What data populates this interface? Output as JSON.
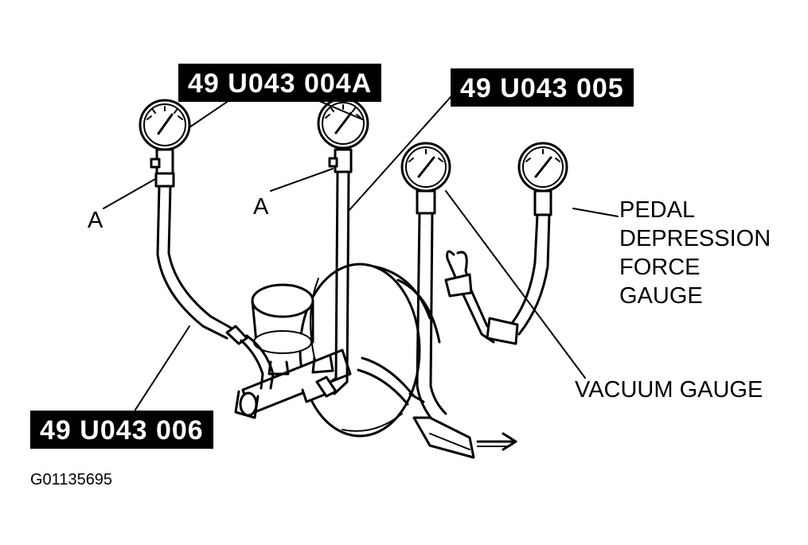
{
  "callouts": {
    "tool_004a": "49 U043 004A",
    "tool_005": "49 U043 005",
    "tool_006": "49 U043 006"
  },
  "labels": {
    "a_left": "A",
    "a_center": "A",
    "pedal_gauge": [
      "PEDAL",
      "DEPRESSION",
      "FORCE",
      "GAUGE"
    ],
    "vacuum_gauge": "VACUUM GAUGE"
  },
  "figure_id": "G01135695"
}
